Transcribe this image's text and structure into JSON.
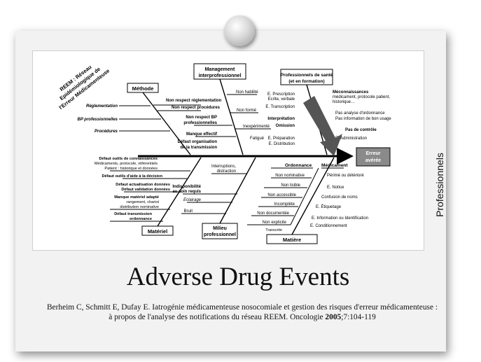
{
  "diagram": {
    "corner_label": [
      "REEM : Réseau",
      "Epidémiologique de",
      "l'Erreur Médicamenteuse"
    ],
    "categories": {
      "methode": "Méthode",
      "management": [
        "Management",
        "interprofessionnel"
      ],
      "professionnels": [
        "Professionnels de santé",
        "(et en formation)"
      ],
      "materiel": "Matériel",
      "milieu": [
        "Milieu",
        "professionnel"
      ],
      "matiere": "Matière"
    },
    "effect": [
      "Erreur",
      "avérée"
    ],
    "methode_causes": [
      "Réglementation",
      "BP professionnelles",
      "Procédures"
    ],
    "methode_branches": [
      "Non respect réglementation",
      "Non respect procédures"
    ],
    "management_causes": [
      "Non habilité",
      "Non formé",
      "Non respect BP",
      "professionnelles",
      "Inexpérimenté",
      "Manque effectif",
      "Fatigué",
      "Défaut organisation",
      "de la transmission"
    ],
    "professionnels_left": [
      "E. Prescription",
      "Ecrite, verbale",
      "E. Transcription",
      "Interprétation",
      "Omission",
      "E. Préparation",
      "E. Distribution"
    ],
    "professionnels_right": [
      "Méconnaissances",
      "médicament, protocole patient,",
      "historique…",
      "Pas analyse d'ordonnance",
      "Pas information de bon usage",
      "Pas de contrôle",
      "E. Administration"
    ],
    "materiel_causes": [
      "Défaut outils de connaissances",
      "Médicaments, protocole, référentiels",
      "Patient : historique et données",
      "Défaut outils d'aide à la décision",
      "Défaut actualisation données",
      "Défaut validation données",
      "Manque matériel adapté",
      "rangement, chariot",
      "distribution nominative",
      "Défaut transmission",
      "ordonnance"
    ],
    "milieu_causes": [
      "Interruptions,",
      "distraction",
      "Indisponibilité",
      "au soin requis",
      "Eclairage",
      "Bruit"
    ],
    "matiere_sub": [
      "Ordonnance",
      "Médicament"
    ],
    "ordonnance_causes": [
      "Non nominative",
      "Non lisible",
      "Non accessible",
      "Incomplète",
      "Non documentée",
      "Non explicite",
      "Transcrite"
    ],
    "medicament_causes": [
      "Périmé ou détérioré",
      "E. Notice",
      "Confusion de noms",
      "E. Étiquetage",
      "E. Information ou Identification",
      "E. Conditionnement"
    ],
    "colors": {
      "arrow": "#555555",
      "effect_box": "#8a8a8a",
      "ink": "#000000"
    }
  },
  "title": "Adverse Drug Events",
  "reference": {
    "before_year": "Berheim C, Schmitt E, Dufay E. Iatrogénie médicamenteuse nosocomiale et gestion des risques d'erreur médicamenteuse : à propos de l'analyse des notifications du réseau REEM. Oncologie ",
    "year": "2005",
    "after_year": ";7:104-119"
  },
  "side_label": "Professionnels"
}
